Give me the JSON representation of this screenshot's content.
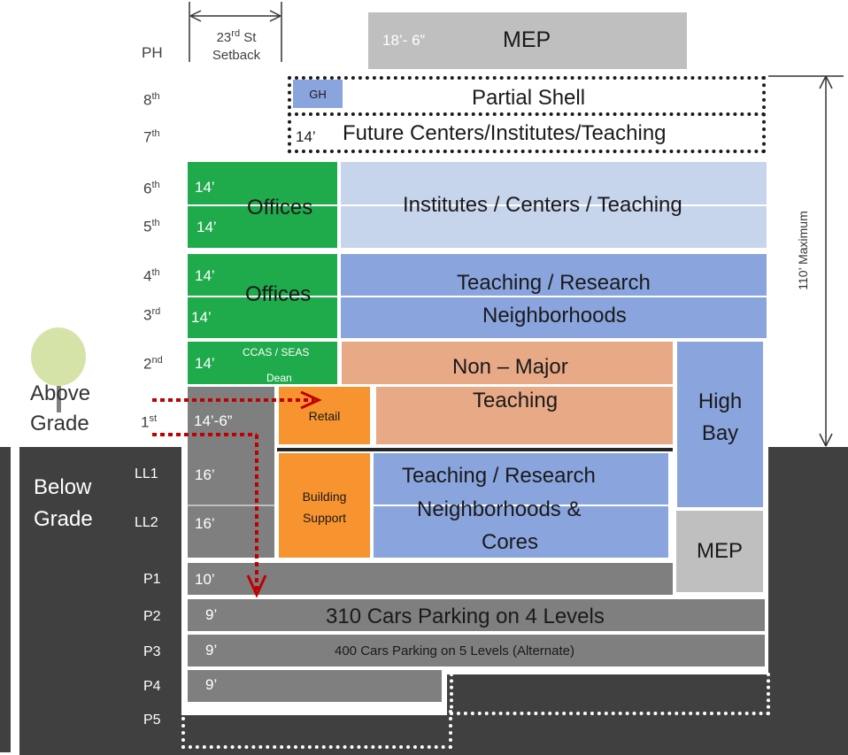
{
  "setback": {
    "label_line1": "23rd St",
    "label_line2": "Setback"
  },
  "levels_above": [
    {
      "base": "PH",
      "sup": ""
    },
    {
      "base": "8",
      "sup": "th"
    },
    {
      "base": "7",
      "sup": "th"
    },
    {
      "base": "6",
      "sup": "th"
    },
    {
      "base": "5",
      "sup": "th"
    },
    {
      "base": "4",
      "sup": "th"
    },
    {
      "base": "3",
      "sup": "rd"
    },
    {
      "base": "2",
      "sup": "nd"
    },
    {
      "base": "1",
      "sup": "st"
    }
  ],
  "levels_below": [
    "LL1",
    "LL2",
    "P1",
    "P2",
    "P3",
    "P4",
    "P5"
  ],
  "grade": {
    "above_line1": "Above",
    "above_line2": "Grade",
    "below_line1": "Below",
    "below_line2": "Grade"
  },
  "mep_top": {
    "height": "18’- 6”",
    "label": "MEP"
  },
  "gh": "GH",
  "partial_shell": "Partial Shell",
  "future": {
    "height": "14’",
    "label": "Future Centers/Institutes/Teaching"
  },
  "offices_upper": {
    "label": "Offices",
    "heights": [
      "14’",
      "14’"
    ]
  },
  "institutes": "Institutes / Centers / Teaching",
  "offices_lower": {
    "label": "Offices",
    "heights": [
      "14’",
      "14’"
    ]
  },
  "teaching_research": {
    "line1": "Teaching / Research",
    "line2": "Neighborhoods"
  },
  "ccas": {
    "height": "14’",
    "line1": "CCAS / SEAS",
    "line2": "Dean"
  },
  "non_major": {
    "line1": "Non – Major",
    "line2": "Teaching"
  },
  "high_bay": {
    "line1": "High",
    "line2": "Bay"
  },
  "first_floor_height": "14’-6”",
  "retail": "Retail",
  "building_support": {
    "line1": "Building",
    "line2": "Support"
  },
  "lower_heights": [
    "16’",
    "16’"
  ],
  "teaching_cores": {
    "line1": "Teaching / Research",
    "line2": "Neighborhoods &",
    "line3": "Cores"
  },
  "mep_low": "MEP",
  "parking_heights": [
    "10’",
    "9’",
    "9’",
    "9’"
  ],
  "parking_main": "310 Cars  Parking on 4 Levels",
  "parking_alt": "400  Cars Parking on 5 Levels (Alternate)",
  "max_height": "110’ Maximum",
  "colors": {
    "green": "#1faa4b",
    "light_blue": "#c6d4ec",
    "mid_blue": "#8aa4de",
    "orange": "#f79430",
    "salmon": "#e8a987",
    "gray": "#7f7f7f",
    "light_gray": "#bfbfbf",
    "dark_ground": "#404040",
    "tree": "#d5e3a8"
  }
}
